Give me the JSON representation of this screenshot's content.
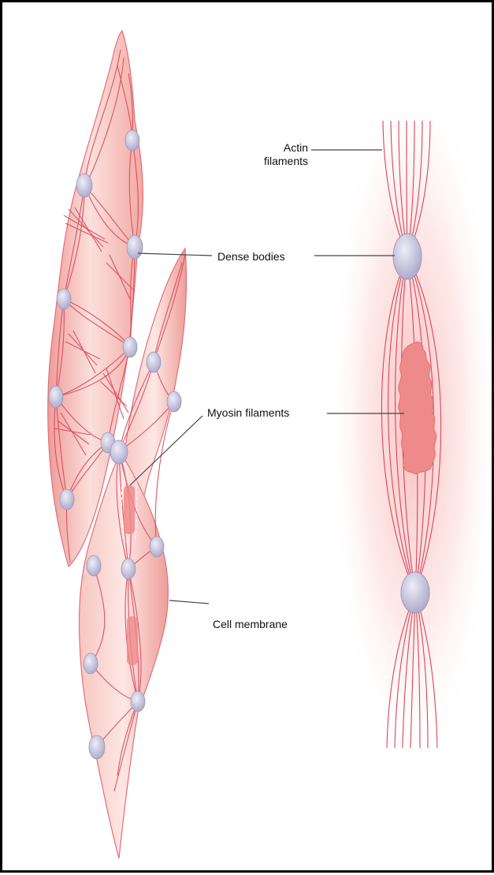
{
  "labels": {
    "actin_line1": "Actin",
    "actin_line2": "filaments",
    "dense_bodies": "Dense bodies",
    "myosin_filaments": "Myosin filaments",
    "cell_membrane": "Cell membrane"
  },
  "colors": {
    "cell_fill": "#f4b9b4",
    "cell_edge": "#e0707a",
    "filament": "#d9455a",
    "dense_body": "#c8c6de",
    "myosin": "#ef8a8a",
    "leader": "#444444"
  }
}
